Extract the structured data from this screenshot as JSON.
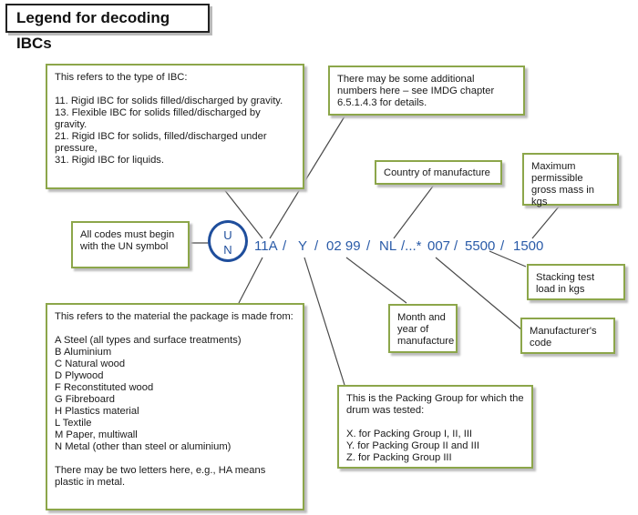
{
  "title": "Legend for decoding IBCs",
  "mark": {
    "symbol_top": "U",
    "symbol_bottom": "N",
    "code": [
      "11A",
      "/",
      "Y",
      "/",
      "02 99",
      "/",
      "NL",
      "/...*",
      "007",
      "/",
      "5500",
      "/",
      "1500"
    ]
  },
  "boxes": {
    "ibc_type": {
      "intro": "This refers to the type of IBC:",
      "items": [
        "11. Rigid IBC for solids filled/discharged by gravity.",
        "13. Flexible IBC for solids filled/discharged by gravity.",
        "21. Rigid IBC for solids, filled/discharged under pressure,",
        "31. Rigid IBC for liquids."
      ]
    },
    "additional": "There may be some additional numbers here – see IMDG chapter 6.5.1.4.3 for details.",
    "country": "Country of manufacture",
    "gross_mass": "Maximum permissible gross mass in kgs",
    "un_symbol": "All codes must begin with the UN symbol",
    "stacking": "Stacking test load in kgs",
    "month_year": "Month and year of manufacture",
    "manufacturer": "Manufacturer's code",
    "material": {
      "intro": "This refers to the material the package is made from:",
      "items": [
        "A Steel (all types and surface treatments)",
        "B Aluminium",
        "C Natural wood",
        "D Plywood",
        "F Reconstituted wood",
        "G Fibreboard",
        "H Plastics material",
        "L Textile",
        "M Paper, multiwall",
        "N Metal (other than steel or aluminium)"
      ],
      "note": "There may be two letters here, e.g., HA means plastic in metal."
    },
    "packing_group": {
      "intro": "This is the Packing Group for which the drum was tested:",
      "items": [
        "X. for Packing Group I, II, III",
        "Y. for Packing Group II and III",
        "Z. for Packing Group III"
      ]
    }
  }
}
